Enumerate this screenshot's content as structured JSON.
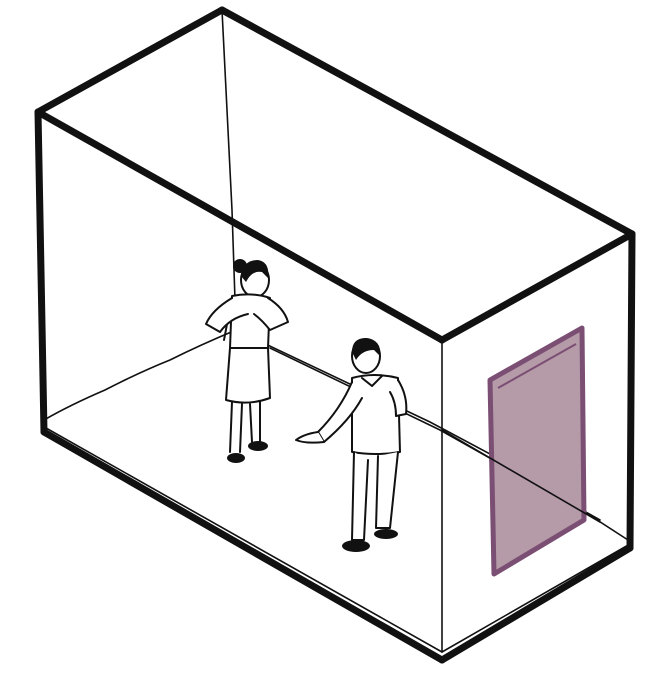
{
  "colors": {
    "line": "#111111",
    "background": "#ffffff",
    "door_fill": "#b59aa8",
    "door_frame": "#7b4e73"
  },
  "scene": {
    "room": "isometric-box-room",
    "occupants": [
      "standing-woman",
      "standing-man"
    ],
    "features": [
      "door-panel",
      "floor-guide-line"
    ]
  }
}
